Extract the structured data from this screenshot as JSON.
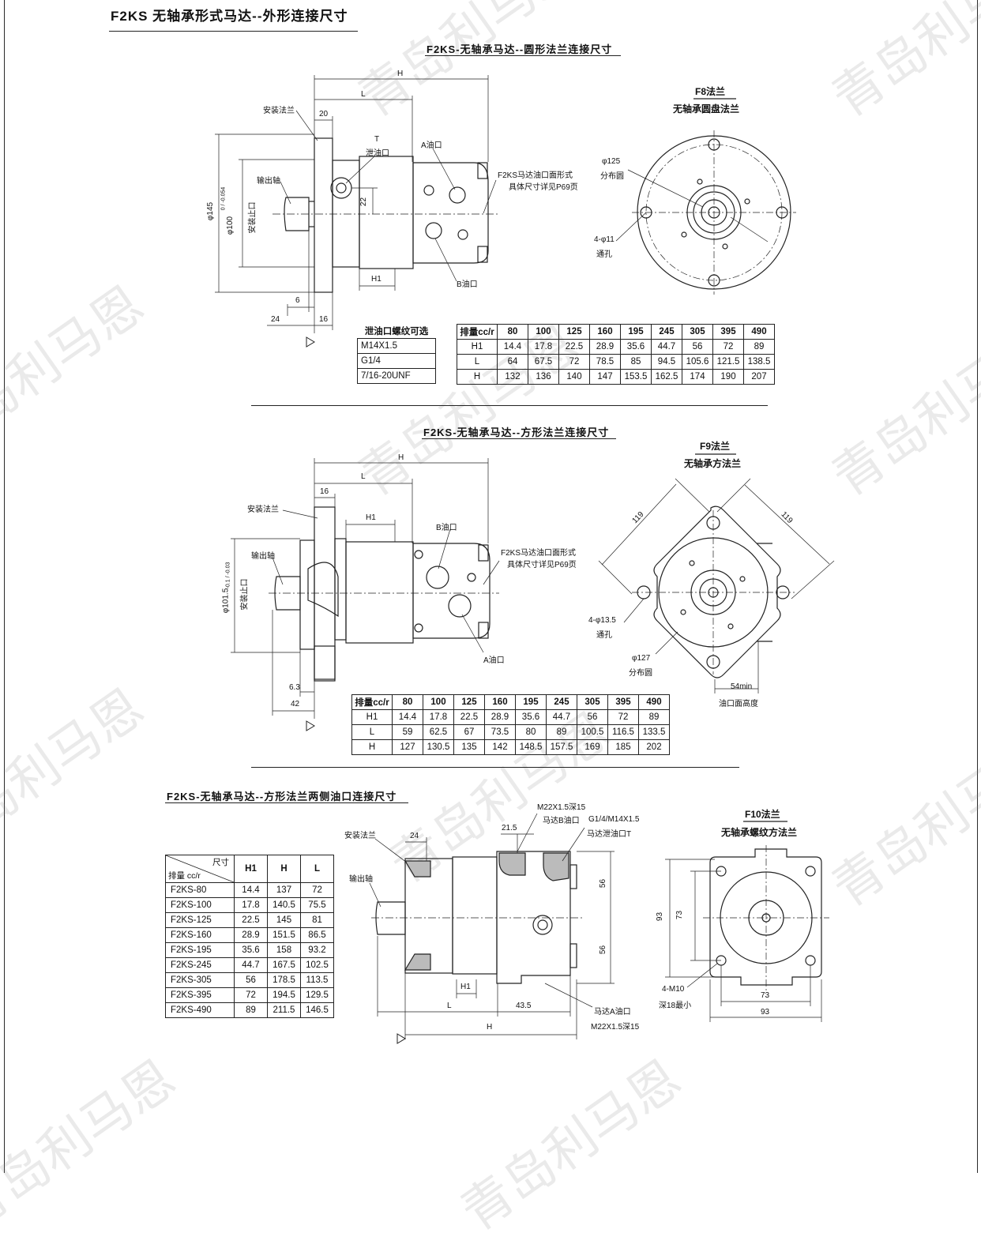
{
  "page_title": "F2KS 无轴承形式马达--外形连接尺寸",
  "watermark": "青岛利马恩",
  "sections": {
    "round": {
      "title": "F2KS-无轴承马达--圆形法兰连接尺寸",
      "flange_code": "F8法兰",
      "flange_name": "无轴承圆盘法兰",
      "labels": {
        "H": "H",
        "L": "L",
        "d20": "20",
        "mount_flange": "安装法兰",
        "T": "T",
        "drain": "泄油口",
        "A_port": "A油口",
        "output_shaft": "输出轴",
        "face_form": "F2KS马达油口面形式",
        "see_p69": "具体尺寸详见P69页",
        "d22": "22",
        "phi145": "φ145",
        "phi100": "φ100",
        "tol100": "0 / -0.054",
        "spigot": "安装止口",
        "H1": "H1",
        "B_port": "B油口",
        "d6": "6",
        "d24": "24",
        "d16": "16",
        "pcd": "φ125",
        "pcd_name": "分布圆",
        "holes": "4-φ11",
        "thru": "通孔"
      },
      "drain_thread": {
        "header": "泄油口螺纹可选",
        "rows": [
          "M14X1.5",
          "G1/4",
          "7/16-20UNF"
        ]
      },
      "table": {
        "header": [
          "排量cc/r",
          "80",
          "100",
          "125",
          "160",
          "195",
          "245",
          "305",
          "395",
          "490"
        ],
        "rows": [
          [
            "H1",
            "14.4",
            "17.8",
            "22.5",
            "28.9",
            "35.6",
            "44.7",
            "56",
            "72",
            "89"
          ],
          [
            "L",
            "64",
            "67.5",
            "72",
            "78.5",
            "85",
            "94.5",
            "105.6",
            "121.5",
            "138.5"
          ],
          [
            "H",
            "132",
            "136",
            "140",
            "147",
            "153.5",
            "162.5",
            "174",
            "190",
            "207"
          ]
        ]
      }
    },
    "square": {
      "title": "F2KS-无轴承马达--方形法兰连接尺寸",
      "flange_code": "F9法兰",
      "flange_name": "无轴承方法兰",
      "labels": {
        "H": "H",
        "L": "L",
        "d16": "16",
        "mount_flange": "安装法兰",
        "H1": "H1",
        "B_port": "B油口",
        "face_form": "F2KS马达油口面形式",
        "see_p69": "具体尺寸详见P69页",
        "output_shaft": "输出轴",
        "phi101": "φ101.5",
        "tol101": "-0.1 / -0.03",
        "spigot": "安装止口",
        "A_port": "A油口",
        "d63": "6.3",
        "d42": "42",
        "d119a": "119",
        "d119b": "119",
        "holes": "4-φ13.5",
        "thru": "通孔",
        "pcd": "φ127",
        "pcd_name": "分布圆",
        "min54": "54min",
        "face_h": "油口面高度"
      },
      "table": {
        "header": [
          "排量cc/r",
          "80",
          "100",
          "125",
          "160",
          "195",
          "245",
          "305",
          "395",
          "490"
        ],
        "rows": [
          [
            "H1",
            "14.4",
            "17.8",
            "22.5",
            "28.9",
            "35.6",
            "44.7",
            "56",
            "72",
            "89"
          ],
          [
            "L",
            "59",
            "62.5",
            "67",
            "73.5",
            "80",
            "89",
            "100.5",
            "116.5",
            "133.5"
          ],
          [
            "H",
            "127",
            "130.5",
            "135",
            "142",
            "148.5",
            "157.5",
            "169",
            "185",
            "202"
          ]
        ]
      }
    },
    "side": {
      "title": "F2KS-无轴承马达--方形法兰两侧油口连接尺寸",
      "flange_code": "F10法兰",
      "flange_name": "无轴承螺纹方法兰",
      "labels": {
        "m22_top": "M22X1.5深15",
        "B_port": "马达B油口",
        "g14": "G1/4/M14X1.5",
        "drain_T": "马达泄油口T",
        "d215": "21.5",
        "mount_flange": "安装法兰",
        "d24": "24",
        "output_shaft": "输出轴",
        "d56a": "56",
        "d56b": "56",
        "H1": "H1",
        "L": "L",
        "d435": "43.5",
        "A_port": "马达A油口",
        "m22_bot": "M22X1.5深15",
        "H": "H",
        "d93v": "93",
        "d73v": "73",
        "m10": "4-M10",
        "depth18": "深18最小",
        "d73h": "73",
        "d93h": "93"
      },
      "table": {
        "corner_top": "尺寸",
        "corner_bottom": "排量 cc/r",
        "cols": [
          "H1",
          "H",
          "L"
        ],
        "rows": [
          [
            "F2KS-80",
            "14.4",
            "137",
            "72"
          ],
          [
            "F2KS-100",
            "17.8",
            "140.5",
            "75.5"
          ],
          [
            "F2KS-125",
            "22.5",
            "145",
            "81"
          ],
          [
            "F2KS-160",
            "28.9",
            "151.5",
            "86.5"
          ],
          [
            "F2KS-195",
            "35.6",
            "158",
            "93.2"
          ],
          [
            "F2KS-245",
            "44.7",
            "167.5",
            "102.5"
          ],
          [
            "F2KS-305",
            "56",
            "178.5",
            "113.5"
          ],
          [
            "F2KS-395",
            "72",
            "194.5",
            "129.5"
          ],
          [
            "F2KS-490",
            "89",
            "211.5",
            "146.5"
          ]
        ]
      }
    }
  }
}
